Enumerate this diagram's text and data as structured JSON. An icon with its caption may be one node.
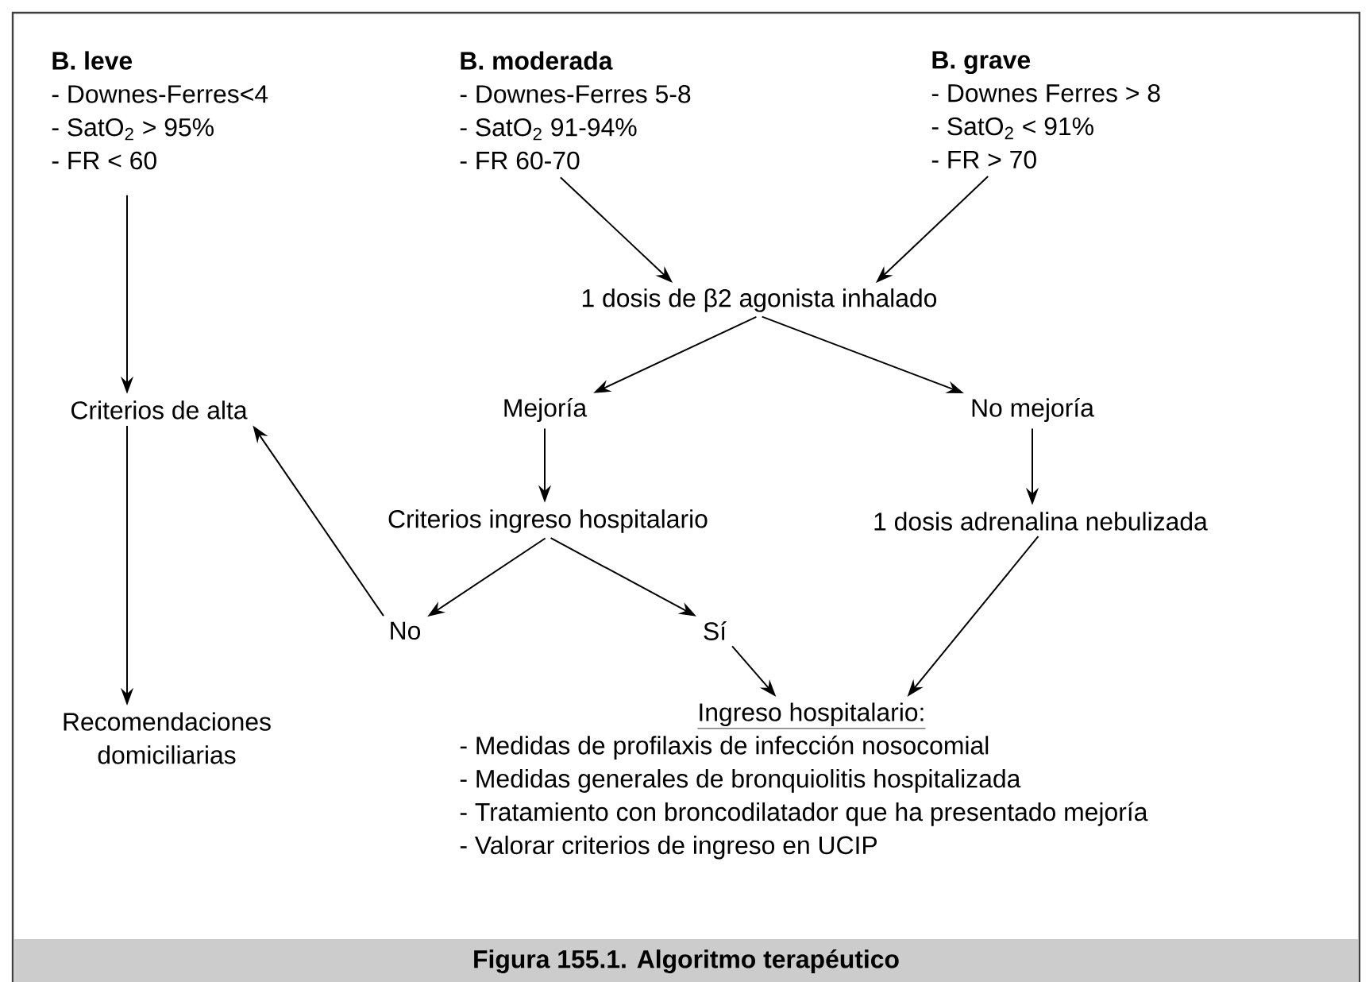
{
  "diagram": {
    "caption": "Figura 155.1. Algoritmo terapéutico",
    "nodes": [
      {
        "text": [
          "B. leve",
          "- Downes-Ferres<4",
          "- SatO$_{2}$ > 95%",
          "- FR < 60"
        ]
      },
      {
        "text": [
          "B. moderada",
          "- Downes-Ferres 5-8",
          "- SatO$_{2}$ 91-94%",
          "- FR 60-70"
        ]
      },
      {
        "text": [
          "B. grave",
          "- Downes Ferres > 8",
          "- SatO$_{2}$ < 91%",
          "- FR > 70"
        ]
      },
      {
        "text": [
          "1 dosis de β2 agonista inhalado"
        ]
      },
      {
        "text": [
          "Criterios de alta"
        ]
      },
      {
        "text": [
          "Mejoría"
        ]
      },
      {
        "text": [
          "No mejoría"
        ]
      },
      {
        "text": [
          "Criterios ingreso hospitalario"
        ]
      },
      {
        "text": [
          "1 dosis adrenalina nebulizada"
        ]
      },
      {
        "text": [
          "No"
        ]
      },
      {
        "text": [
          "Sí"
        ]
      },
      {
        "text": [
          "Recomendaciones domiciliarias"
        ]
      },
      {
        "text": [
          "Ingreso hospitalario:",
          "- Medidas de profilaxis de infección nosocomial",
          "- Medidas generales de bronquiolitis hospitalizada",
          "- Tratamiento con broncodilatador que ha presentado mejoría",
          "- Valorar criterios de ingreso en UCIP"
        ]
      }
    ],
    "edges": [
      {
        "from": 0,
        "to": 4,
        "arrow": "to"
      },
      {
        "from": 1,
        "to": 3,
        "arrow": "to"
      },
      {
        "from": 2,
        "to": 3,
        "arrow": "to"
      },
      {
        "from": 3,
        "to": 5,
        "arrow": "to"
      },
      {
        "from": 3,
        "to": 6,
        "arrow": "to"
      },
      {
        "from": 5,
        "to": 7,
        "arrow": "to"
      },
      {
        "from": 6,
        "to": 8,
        "arrow": "to"
      },
      {
        "from": 7,
        "to": 9,
        "arrow": "to"
      },
      {
        "from": 7,
        "to": 10,
        "arrow": "to"
      },
      {
        "from": 9,
        "to": 4,
        "arrow": "to"
      },
      {
        "from": 10,
        "to": 12,
        "arrow": "to"
      },
      {
        "from": 8,
        "to": 12,
        "arrow": "to"
      },
      {
        "from": 4,
        "to": 11,
        "arrow": "to"
      }
    ]
  }
}
